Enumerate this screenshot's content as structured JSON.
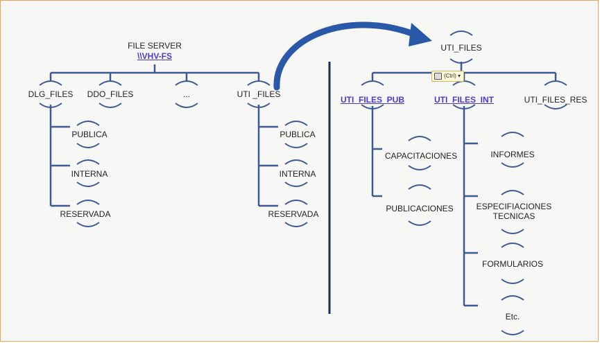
{
  "left_tree": {
    "root": {
      "title": "FILE SERVER",
      "link": "\\\\VHV-FS"
    },
    "level1": [
      "DLG_FILES",
      "DDO_FILES",
      "...",
      "UTI _FILES"
    ],
    "dlg_children": [
      "PUBLICA",
      "INTERNA",
      "RESERVADA"
    ],
    "uti_children": [
      "PUBLICA",
      "INTERNA",
      "RESERVADA"
    ]
  },
  "right_tree": {
    "root": "UTI_FILES",
    "level1": [
      "UTI_FILES_PUB",
      "UTI_FILES_INT",
      "UTI_FILES_RES"
    ],
    "pub_children": [
      "CAPACITACIONES",
      "PUBLICACIONES"
    ],
    "int_children": [
      "INFORMES",
      "ESPECIFIACIONES TECNICAS",
      "FORMULARIOS",
      "Etc."
    ]
  },
  "paste_options": {
    "label": "(Ctrl) ▾"
  },
  "colors": {
    "line": "#3b5a93",
    "arrow": "#2a58a8",
    "divider": "#1f2f4f",
    "frame": "#e8a25a",
    "link": "#4a3ad6"
  }
}
